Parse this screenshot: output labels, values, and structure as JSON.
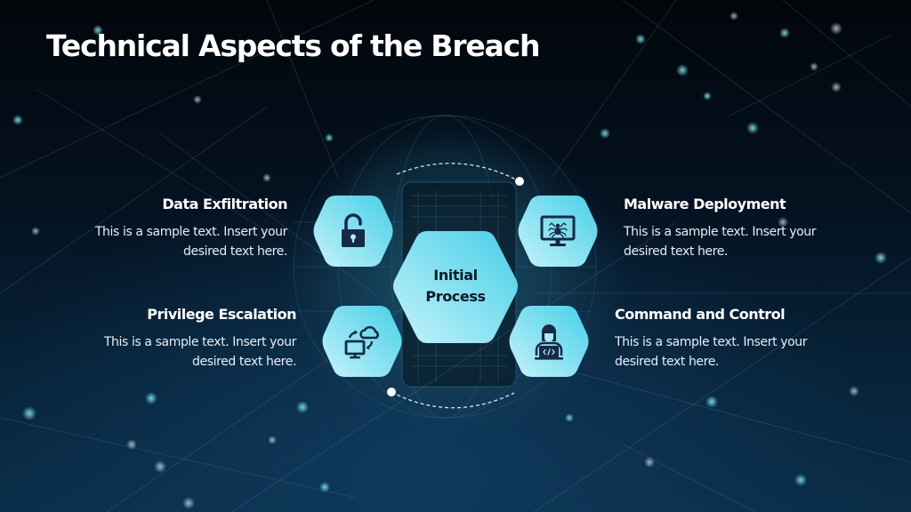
{
  "slide": {
    "title": "Technical Aspects of the Breach",
    "colors": {
      "background_top": "#02060b",
      "background_bottom": "#0a2d48",
      "hex_light": "#b9f1fa",
      "hex_mid": "#6fdcef",
      "hex_dark": "#4ed3ea",
      "icon_color": "#162a45",
      "text_color": "#ffffff",
      "connector_dot": "#ffffff"
    }
  },
  "diagram": {
    "center": {
      "line1": "Initial",
      "line2": "Process"
    },
    "nodes": [
      {
        "id": "data-exfiltration",
        "icon": "unlocked-padlock-icon",
        "heading": "Data Exfiltration",
        "desc_line1": "This is a sample text. Insert your",
        "desc_line2": "desired text here."
      },
      {
        "id": "malware-deployment",
        "icon": "monitor-spider-icon",
        "heading": "Malware Deployment",
        "desc_line1": "This is a sample text. Insert your",
        "desc_line2": "desired text here."
      },
      {
        "id": "privilege-escalation",
        "icon": "computer-cloud-sync-icon",
        "heading": "Privilege Escalation",
        "desc_line1": "This is a sample text. Insert your",
        "desc_line2": "desired text here."
      },
      {
        "id": "command-and-control",
        "icon": "hacker-laptop-code-icon",
        "heading": "Command and Control",
        "desc_line1": "This is a sample text. Insert your",
        "desc_line2": "desired text here."
      }
    ]
  }
}
